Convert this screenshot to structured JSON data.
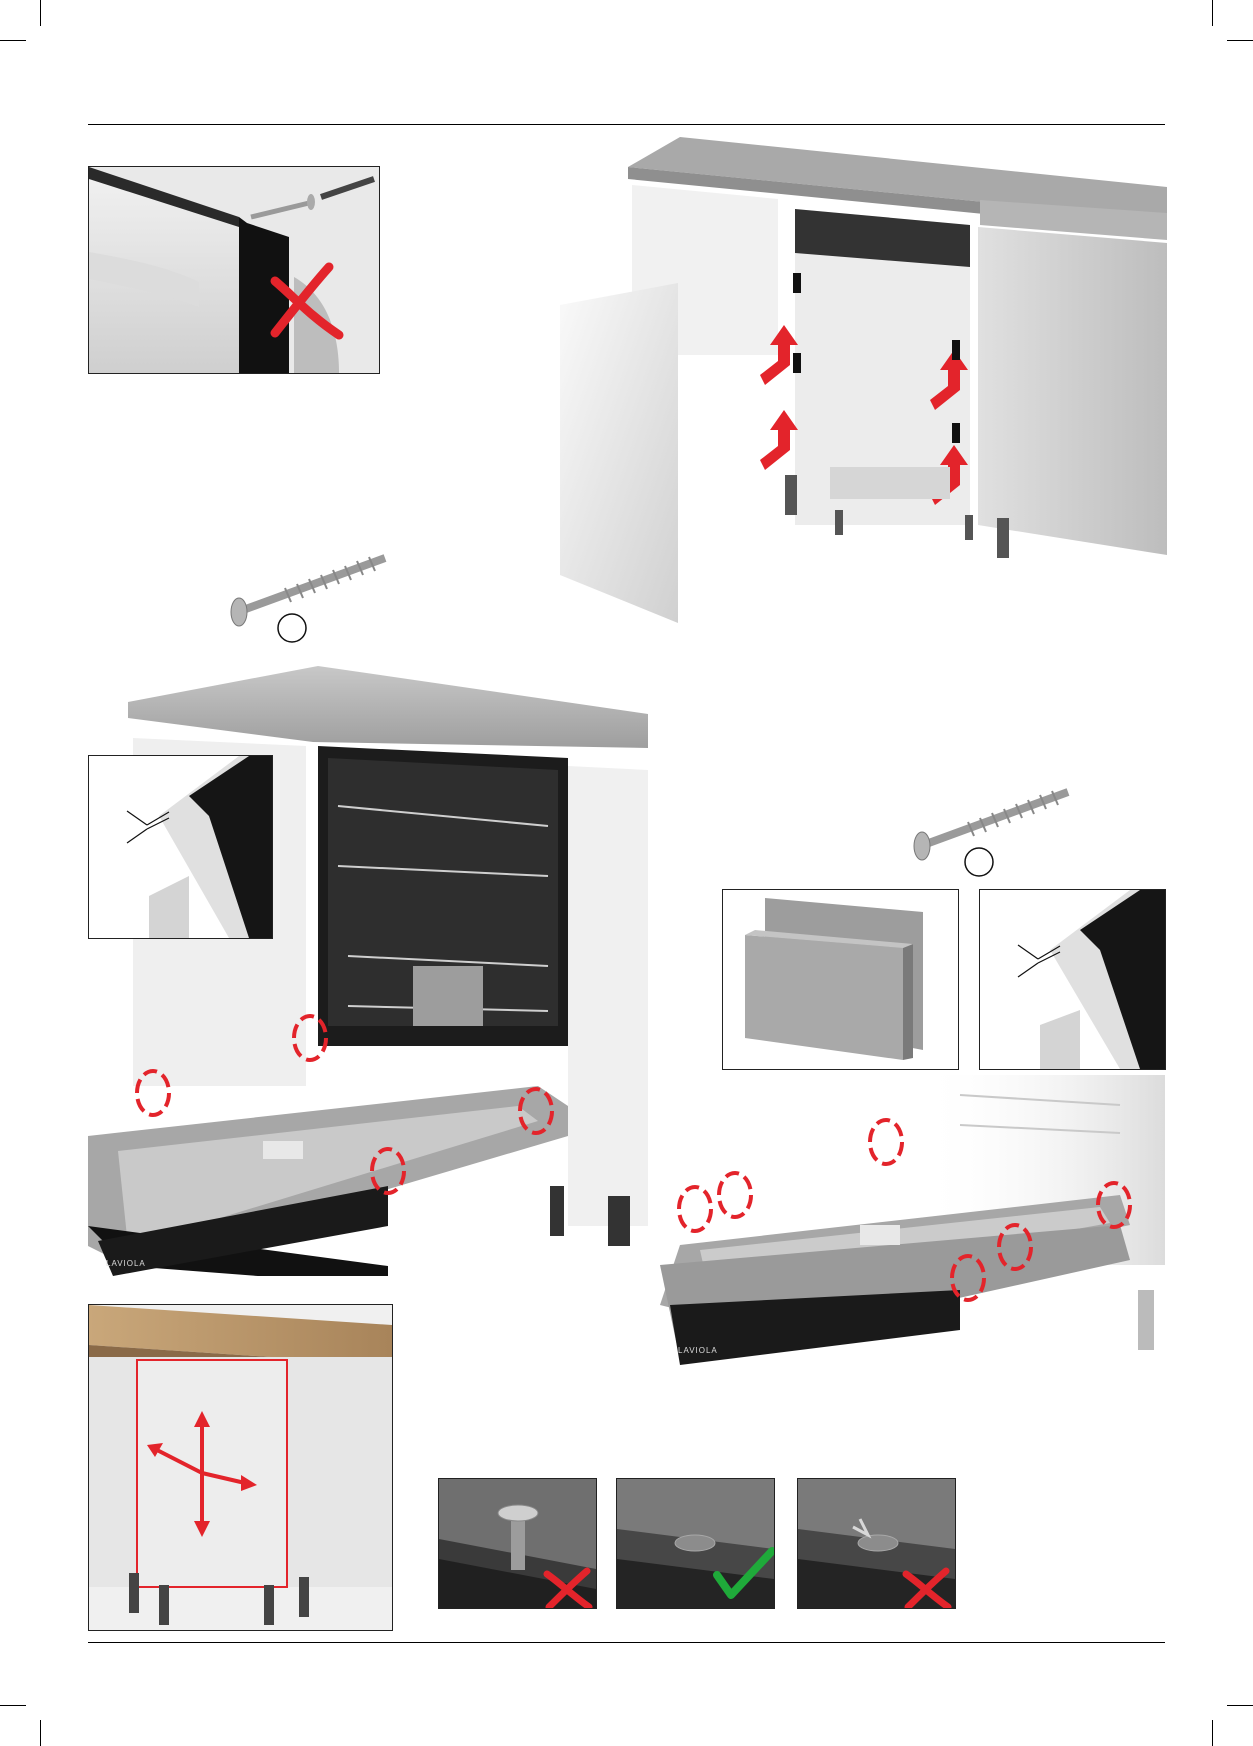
{
  "page": {
    "brand_label_1": "LAVIOLA",
    "brand_label_2": "LAVIOLA"
  },
  "icons": {
    "cross_color": "#e3242b",
    "check_color": "#1faa3a",
    "arrow_color": "#e3242b",
    "highlight_color": "#e3242b"
  },
  "figures": [
    "panel-screw-through-door-wrong",
    "fit-door-panel-onto-dishwasher",
    "screw-a",
    "open-door-screw-positions",
    "gap-detail-left",
    "screw-b",
    "panel-pieces",
    "gap-detail-right",
    "door-screw-positions-right",
    "adjust-panel-position",
    "screw-head-protruding-wrong",
    "screw-head-flush-correct",
    "screw-head-damaged-wrong"
  ]
}
